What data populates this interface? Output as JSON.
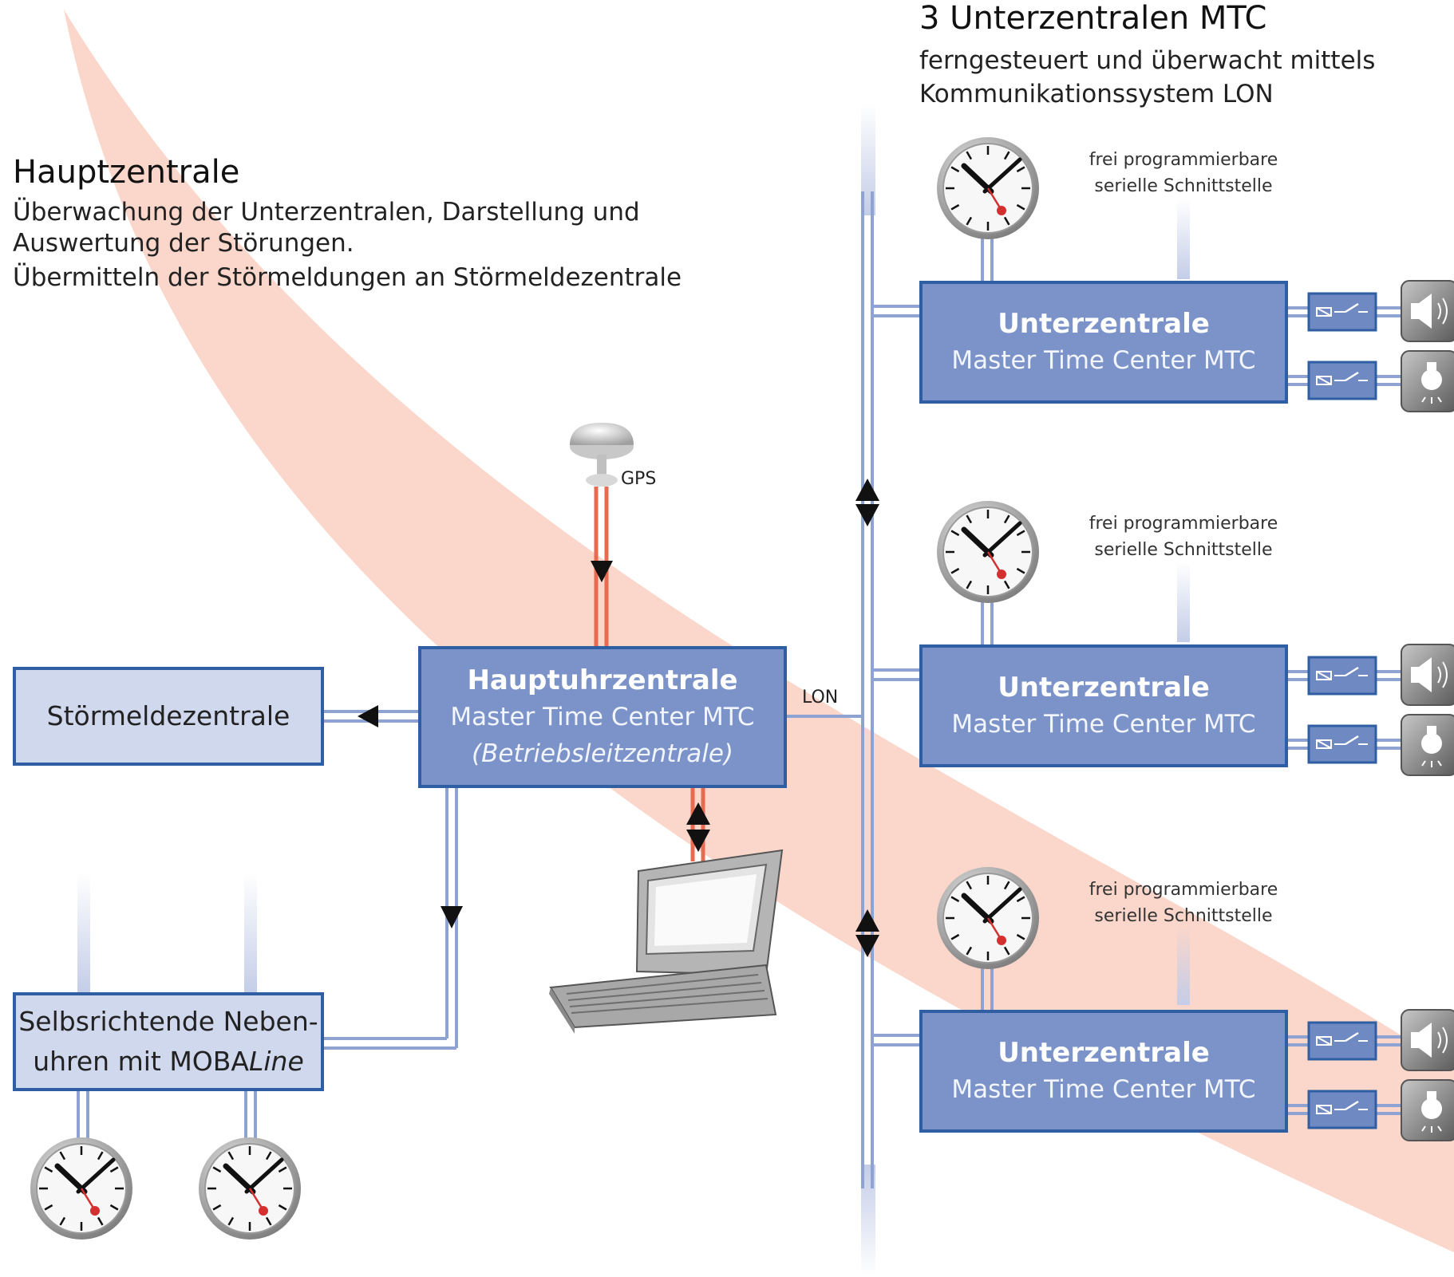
{
  "header_right": {
    "title": "3 Unterzentralen MTC",
    "subtitle_line1": "ferngesteuert und überwacht mittels",
    "subtitle_line2": "Kommunikationssystem LON"
  },
  "header_left": {
    "title": "Hauptzentrale",
    "line1": "Überwachung der Unterzentralen, Darstellung und",
    "line2": "Auswertung der Störungen.",
    "line3": "Übermitteln der Störmeldungen an Störmeldezentrale"
  },
  "main_box": {
    "title": "Hauptuhrzentrale",
    "line2": "Master Time Center MTC",
    "line3": "(Betriebsleitzentrale)"
  },
  "alarm_box": {
    "label": "Störmeldezentrale"
  },
  "slave_box": {
    "line1": "Selbsrichtende Neben-",
    "line2_prefix": "uhren mit MOBA",
    "line2_italic": "Line"
  },
  "labels": {
    "gps": "GPS",
    "lon": "LON"
  },
  "sub_centers": [
    {
      "title": "Unterzentrale",
      "subtitle": "Master Time Center MTC",
      "interface_line1": "frei programmierbare",
      "interface_line2": "serielle Schnittstelle"
    },
    {
      "title": "Unterzentrale",
      "subtitle": "Master Time Center MTC",
      "interface_line1": "frei programmierbare",
      "interface_line2": "serielle Schnittstelle"
    },
    {
      "title": "Unterzentrale",
      "subtitle": "Master Time Center MTC",
      "interface_line1": "frei programmierbare",
      "interface_line2": "serielle Schnittstelle"
    }
  ],
  "colors": {
    "box_fill": "#7b93c8",
    "box_border": "#2f5ea3",
    "box_light": "#d0d8ee",
    "line": "#8fa3d3",
    "gps_line": "#e86a50",
    "swoosh": "#fbd3c5"
  },
  "icons": [
    "clock-icon",
    "gps-antenna-icon",
    "laptop-icon",
    "relay-switch-icon",
    "speaker-icon",
    "lamp-icon",
    "arrow-icon"
  ]
}
